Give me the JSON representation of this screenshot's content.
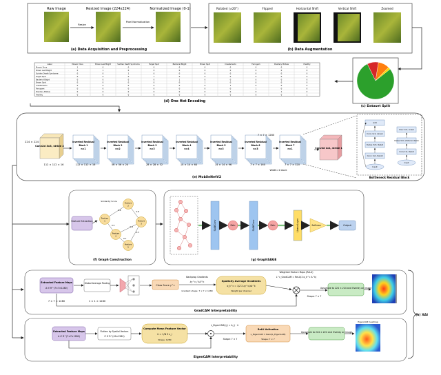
{
  "panel_a": {
    "caption": "(a) Data Acquisition and Preprocessing",
    "raw_label": "Raw Image",
    "resized_label": "Resized Image (224x224)",
    "normalized_label": "Normalized Image (0-1)",
    "arrow_resize": "Resize",
    "arrow_norm": "Pixel Normalization"
  },
  "panel_b": {
    "caption": "(b) Data Augmentation",
    "aug_labels": [
      "Rotated (±20°)",
      "Flipped",
      "Horizontal Shift",
      "Vertical Shift",
      "Zoomed"
    ]
  },
  "panel_c": {
    "caption": "(c) Dataset Split",
    "slices": [
      {
        "value": 80,
        "color": "#2ca02c"
      },
      {
        "value": 10,
        "color": "#d62728"
      },
      {
        "value": 10,
        "color": "#ff7f0e"
      },
      {
        "value": 2,
        "color": "#ffd700"
      }
    ]
  },
  "panel_d": {
    "caption": "(d) One Hot Encoding",
    "columns": [
      "Label",
      "Mosaic Virus",
      "Brown Leaf Blight",
      "Sudden Death Syndrome",
      "Target Spot",
      "Bacterial Blight",
      "Brown Spot",
      "Crestamento",
      "Ferrugem",
      "Powdery Mildew",
      "Healthy"
    ],
    "rows": [
      [
        "Mosaic Virus",
        "1",
        "0",
        "0",
        "0",
        "0",
        "0",
        "0",
        "0",
        "0",
        "0"
      ],
      [
        "Brown Leaf Blight",
        "0",
        "1",
        "0",
        "0",
        "0",
        "0",
        "0",
        "0",
        "0",
        "0"
      ],
      [
        "Sudden Death Syndrome",
        "0",
        "0",
        "1",
        "0",
        "0",
        "0",
        "0",
        "0",
        "0",
        "0"
      ],
      [
        "Target Spot",
        "0",
        "0",
        "0",
        "1",
        "0",
        "0",
        "0",
        "0",
        "0",
        "0"
      ],
      [
        "Bacterial Blight",
        "0",
        "0",
        "0",
        "0",
        "1",
        "0",
        "0",
        "0",
        "0",
        "0"
      ],
      [
        "Brown Spot",
        "0",
        "0",
        "0",
        "0",
        "0",
        "1",
        "0",
        "0",
        "0",
        "0"
      ],
      [
        "Crestamento",
        "0",
        "0",
        "0",
        "0",
        "0",
        "0",
        "1",
        "0",
        "0",
        "0"
      ],
      [
        "Ferrugem",
        "0",
        "0",
        "0",
        "0",
        "0",
        "0",
        "0",
        "1",
        "0",
        "0"
      ],
      [
        "Powdery Mildew",
        "0",
        "0",
        "0",
        "0",
        "0",
        "0",
        "0",
        "0",
        "1",
        "0"
      ],
      [
        "Healthy",
        "0",
        "0",
        "0",
        "0",
        "0",
        "0",
        "0",
        "0",
        "0",
        "1"
      ]
    ]
  },
  "panel_e": {
    "caption": "(e) MobileNetV2",
    "input_dim": "224 × 224 × 3",
    "conv1": "Conv2d 3x3, stride 2",
    "blocks": [
      "Inverted Residual Block 1 n=1",
      "Inverted Residual Block 2 n=2",
      "Inverted Residual Block 3 n=3",
      "Inverted Residual Block 4 n=4",
      "Inverted Residual Block 5 n=3",
      "Inverted Residual Block 6 n=3",
      "Inverted Residual Block 7 n=1"
    ],
    "dims": [
      "112 × 112 × 16",
      "112 × 112 × 16",
      "56 × 56 × 24",
      "28 × 28 × 32",
      "14 × 14 × 64",
      "14 × 14 × 96",
      "7 × 7 × 160",
      "7 × 7 × 320"
    ],
    "dim_top": "7 × 7 × 1280",
    "dim_bottom": "Width=1 block",
    "conv_final": "Conv2d 1x1, stride 1",
    "bottleneck_caption": "Bottleneck Residual Block",
    "bottleneck_left": [
      "Add",
      "Conv 1x1, Linear",
      "Dwise 3x3, Relu6",
      "Conv 1x1, Relu6",
      "Input"
    ],
    "bottleneck_right": [
      "Conv 1x1, Linear",
      "Dwise 3x3, stride=2, Relu6",
      "Conv 1x1, Relu6",
      "Input"
    ]
  },
  "panel_f": {
    "caption": "(f) Graph Construction",
    "feature_extraction": "Feature Extraction",
    "similarity": "Similarity Score",
    "nodes": [
      "Feature 1",
      "Feature 2",
      "Feature 3",
      "Feature 4",
      "Feature 5"
    ],
    "edges": [
      "0.6",
      "0.8",
      "0.5",
      "0.4",
      "0.7",
      "0.3"
    ]
  },
  "panel_g": {
    "caption": "(g) GraphSAGE",
    "layers": [
      "SAGEConv",
      "Relu",
      "SAGEConv",
      "Relu",
      "Linear Layer",
      "Softmax",
      "Output"
    ]
  },
  "panel_h": {
    "label": "(h) XAI",
    "gradcam_caption": "GradCAM Interpretability",
    "eigencam_caption": "EigenCAM Interpretability",
    "gradcam": {
      "feature_maps": "Extracted Feature Maps",
      "feature_sym": "A ∈ R^(7×7×1280)",
      "dim1": "7 × 7 × 1280",
      "gap": "Global Average Pooling",
      "dim2": "1 × 1 × 1280",
      "class_score": "Class Score y^c",
      "backprop": "Backprop Gradients",
      "backprop_formula": "∂y^c / ∂A^k",
      "grad_shape": "Gradient shape: 7 × 7 × 1280",
      "spatial": "Spatially Average Gradients",
      "spatial_formula": "α_k^c = 1/Z Σ ∂y^c/∂A^k",
      "spatial_note": "Weight per channel",
      "weighted": "Weighted Feature Maps (ReLU)",
      "weighted_formula": "L^c_GradCAM = ReLU(Σ α_k^c A^k)",
      "shape": "Shape: 7 × 7",
      "upsample": "Upsample to 224 × 224 and Overlay on image"
    },
    "eigencam": {
      "feature_maps": "Extracted Feature Maps",
      "feature_sym": "A ∈ R^(7×7×1280)",
      "flatten": "Flatten by Spatial Vectors",
      "flatten_sym": "Z ∈ R^(49×1280)",
      "compute": "Compute Mean Feature Vector",
      "compute_formula": "ū = 1/N Σ z_i",
      "compute_shape": "Shape: 1280",
      "projection": "L_EigenCAM(i,j) = A_ij · ū",
      "proj_shape": "Shape: 7 × 7",
      "relu": "ReLU Activation",
      "relu_formula": "L_EigenCAM = ReLU(L_EigenCAM)",
      "relu_shape": "Shape: 7 × 7",
      "upsample": "Upsample to 224 × 224 and Overlay on image",
      "heatmap_title": "EigenCAM heatmap"
    }
  }
}
